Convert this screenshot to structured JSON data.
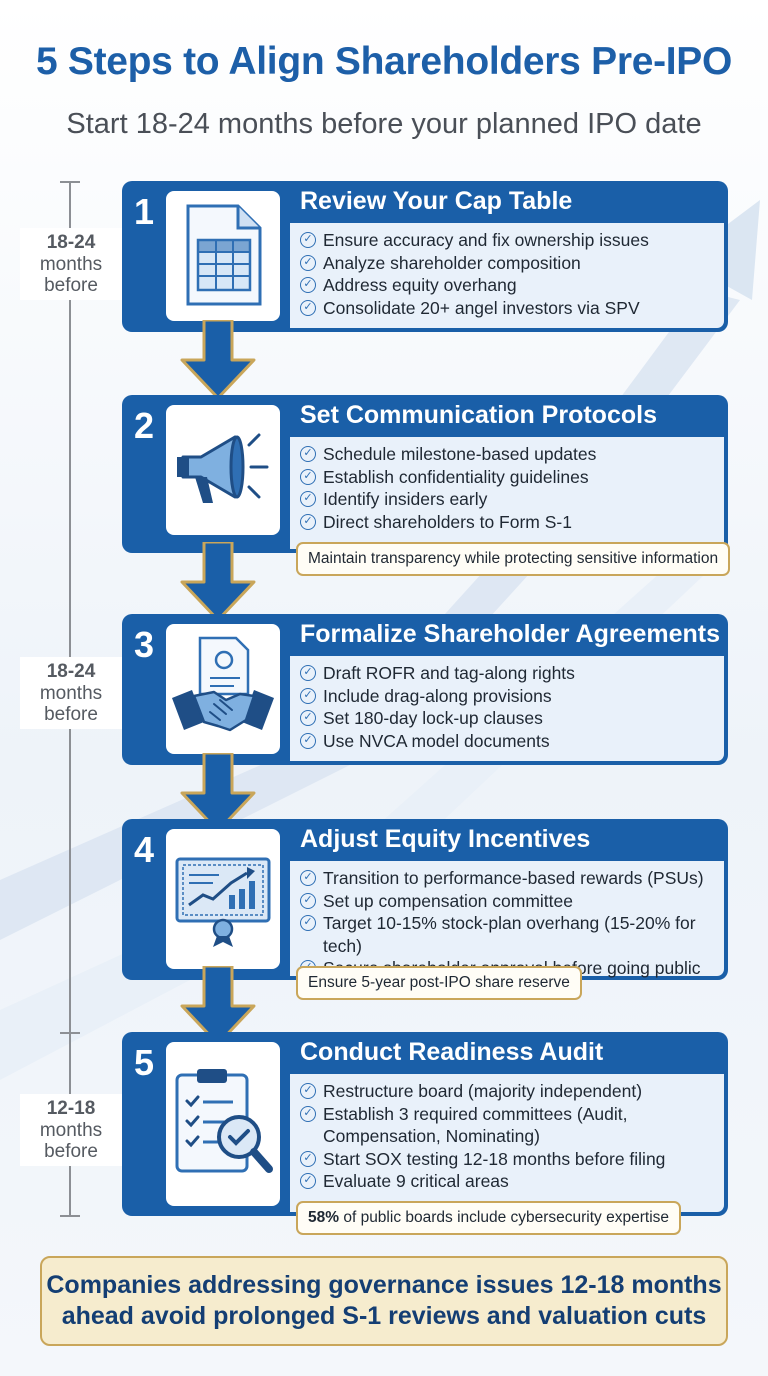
{
  "title": "5 Steps to Align Shareholders Pre-IPO",
  "subtitle": "Start 18-24 months before your planned IPO date",
  "timeline": [
    {
      "range": "18-24",
      "unit": "months",
      "suffix": "before"
    },
    {
      "range": "18-24",
      "unit": "months",
      "suffix": "before"
    },
    {
      "range": "12-18",
      "unit": "months",
      "suffix": "before"
    }
  ],
  "steps": [
    {
      "number": "1",
      "title": "Review Your Cap Table",
      "icon": "spreadsheet-document-icon",
      "items": [
        "Ensure accuracy and fix ownership issues",
        "Analyze shareholder composition",
        "Address equity overhang",
        "Consolidate 20+ angel investors via SPV"
      ]
    },
    {
      "number": "2",
      "title": "Set Communication Protocols",
      "icon": "megaphone-icon",
      "items": [
        "Schedule milestone-based updates",
        "Establish confidentiality guidelines",
        "Identify insiders early",
        "Direct shareholders to Form S-1"
      ],
      "callout": "Maintain transparency while protecting sensitive information"
    },
    {
      "number": "3",
      "title": "Formalize Shareholder Agreements",
      "icon": "handshake-contract-icon",
      "items": [
        "Draft ROFR and tag-along rights",
        "Include drag-along provisions",
        "Set 180-day lock-up clauses",
        "Use NVCA model documents"
      ]
    },
    {
      "number": "4",
      "title": "Adjust Equity Incentives",
      "icon": "stock-certificate-chart-icon",
      "items": [
        "Transition to performance-based rewards (PSUs)",
        "Set up compensation committee",
        "Target 10-15% stock-plan overhang (15-20% for tech)",
        "Secure shareholder approval before going public"
      ],
      "callout": "Ensure 5-year post-IPO share reserve"
    },
    {
      "number": "5",
      "title": "Conduct Readiness Audit",
      "icon": "clipboard-checklist-magnifier-icon",
      "items": [
        "Restructure board (majority independent)",
        "Establish 3 required committees (Audit,\nCompensation, Nominating)",
        "Start SOX testing 12-18 months before filing",
        "Evaluate 9 critical areas"
      ],
      "callout_bold": "58%",
      "callout": " of public boards include cybersecurity expertise"
    }
  ],
  "footer": {
    "line1": "Companies addressing governance issues 12-18 months",
    "line2": "ahead avoid prolonged S-1 reviews and valuation cuts"
  },
  "colors": {
    "primary_blue": "#1a5fa8",
    "title_blue": "#1d5fa8",
    "light_panel": "#e9f1fa",
    "gold": "#c9a65a",
    "footer_bg": "#f6ecce",
    "footer_text": "#143e73"
  }
}
